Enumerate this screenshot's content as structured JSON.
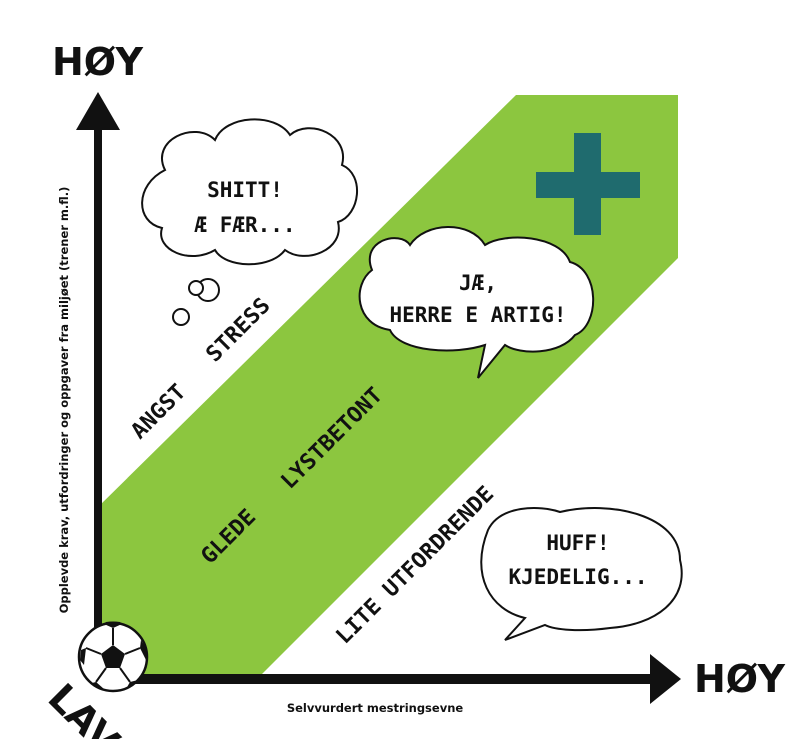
{
  "axes": {
    "y_high": "HØY",
    "x_high": "HØY",
    "origin_low": "LAV",
    "y_label": "Opplevde krav, utfordringer og oppgaver fra miljøet (trener m.fl.)",
    "x_label": "Selvvurdert mestringsevne"
  },
  "zones": {
    "upper_left": [
      "ANGST",
      "STRESS"
    ],
    "middle": [
      "GLEDE",
      "LYSTBETONT"
    ],
    "lower_right": [
      "LITE UTFORDRENDE"
    ]
  },
  "bubbles": {
    "thought_top": [
      "SHITT!",
      "Æ FÆR..."
    ],
    "speech_middle": [
      "JÆ,",
      "HERRE E ARTIG!"
    ],
    "speech_bottom": [
      "HUFF!",
      "KJEDELIG..."
    ]
  },
  "colors": {
    "band": "#8cc63f",
    "plus": "#1f6b6e",
    "arrow": "#111111"
  },
  "icons": {
    "plus": "plus-icon",
    "ball": "soccer-ball-icon"
  }
}
